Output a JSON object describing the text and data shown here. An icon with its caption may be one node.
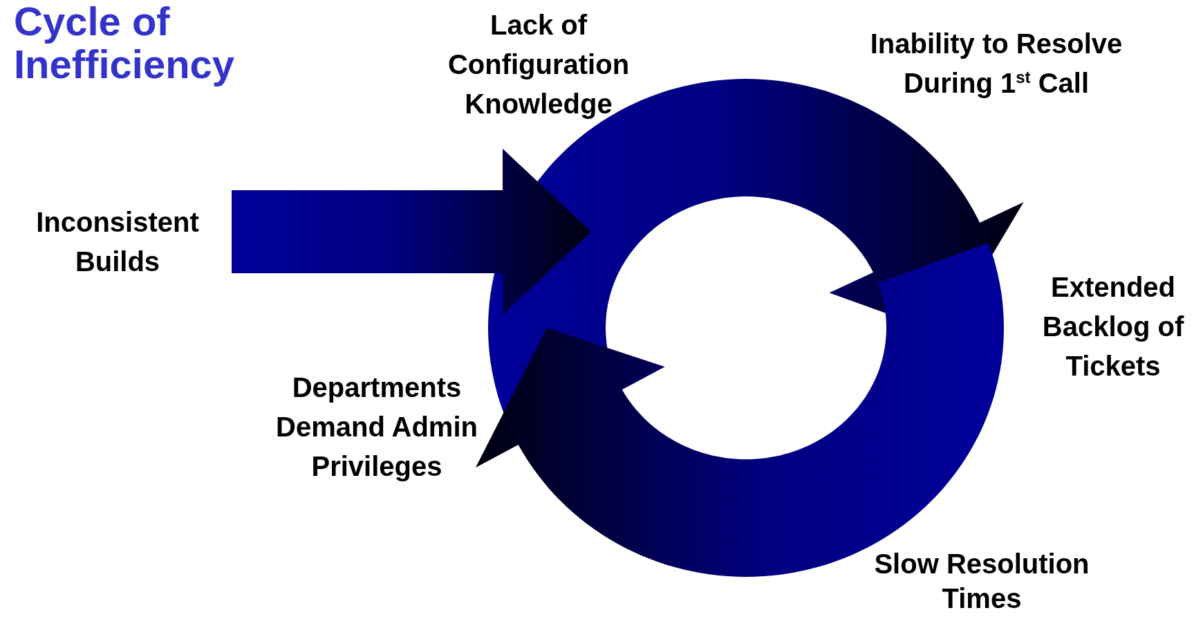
{
  "diagram": {
    "title": "Cycle of Inefficiency",
    "nodes": [
      {
        "text": [
          "Inconsistent Builds"
        ]
      },
      {
        "text": [],
        "shape": "picture"
      }
    ],
    "edges": [
      {
        "from": 0,
        "to": 1,
        "arrow": "to",
        "style": "thick"
      }
    ],
    "labels": [
      "Lack of Configuration Knowledge",
      "Inability to Resolve During 1$^{st}$ Call",
      "Extended Backlog of Tickets",
      "Slow Resolution Times",
      "Departments Demand Admin Privileges"
    ]
  }
}
